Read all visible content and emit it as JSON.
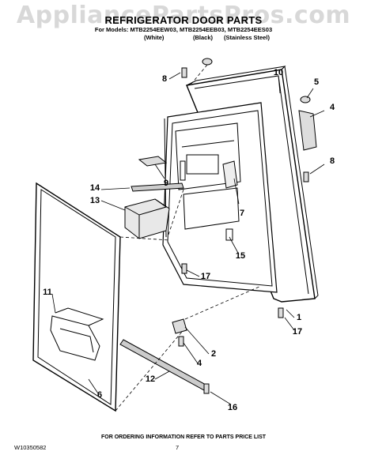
{
  "watermark": "AppliancePartsPros.com",
  "title": "REFRIGERATOR DOOR PARTS",
  "models_line": "For Models: MTB2254EEW03, MTB2254EEB03, MTB2254EES03",
  "colors": {
    "white": "(White)",
    "black": "(Black)",
    "stainless": "(Stainless Steel)"
  },
  "callouts": {
    "c8a": "8",
    "c10": "10",
    "c5": "5",
    "c4a": "4",
    "c8b": "8",
    "c9": "9",
    "c14": "14",
    "c13": "13",
    "c7": "7",
    "c15": "15",
    "c17a": "17",
    "c11": "11",
    "c1": "1",
    "c17b": "17",
    "c2": "2",
    "c4b": "4",
    "c12": "12",
    "c6": "6",
    "c16": "16"
  },
  "footer": {
    "ordering_info": "FOR ORDERING INFORMATION REFER TO PARTS PRICE LIST",
    "doc_code": "W10350582",
    "page_number": "7"
  }
}
